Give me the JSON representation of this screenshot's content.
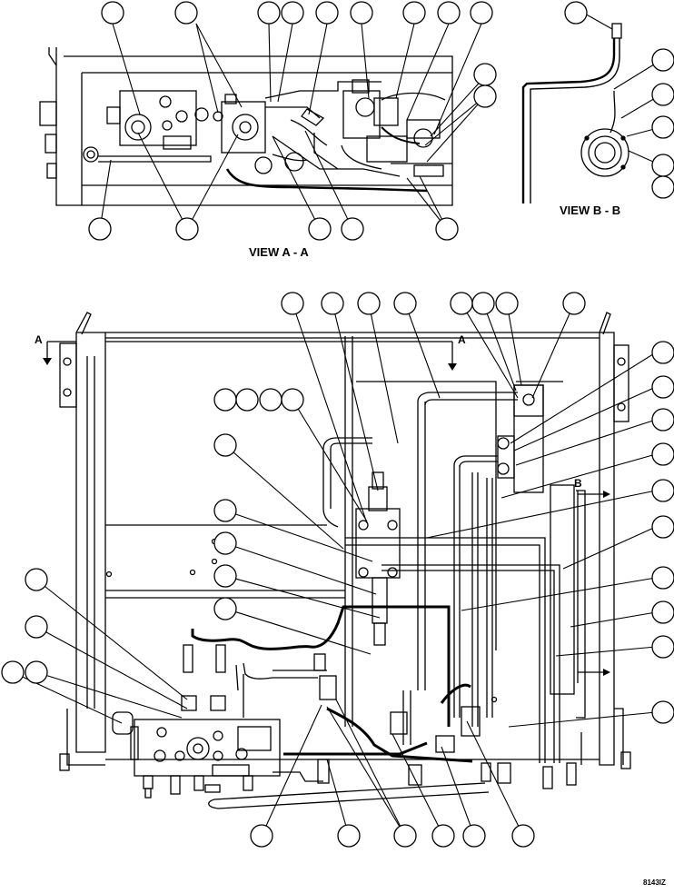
{
  "views": {
    "view_a_label": "VIEW A - A",
    "view_b_label": "VIEW B - B"
  },
  "section_markers": {
    "a_left": "A",
    "a_right": "A",
    "b": "B"
  },
  "figure_code": "8143IZ"
}
